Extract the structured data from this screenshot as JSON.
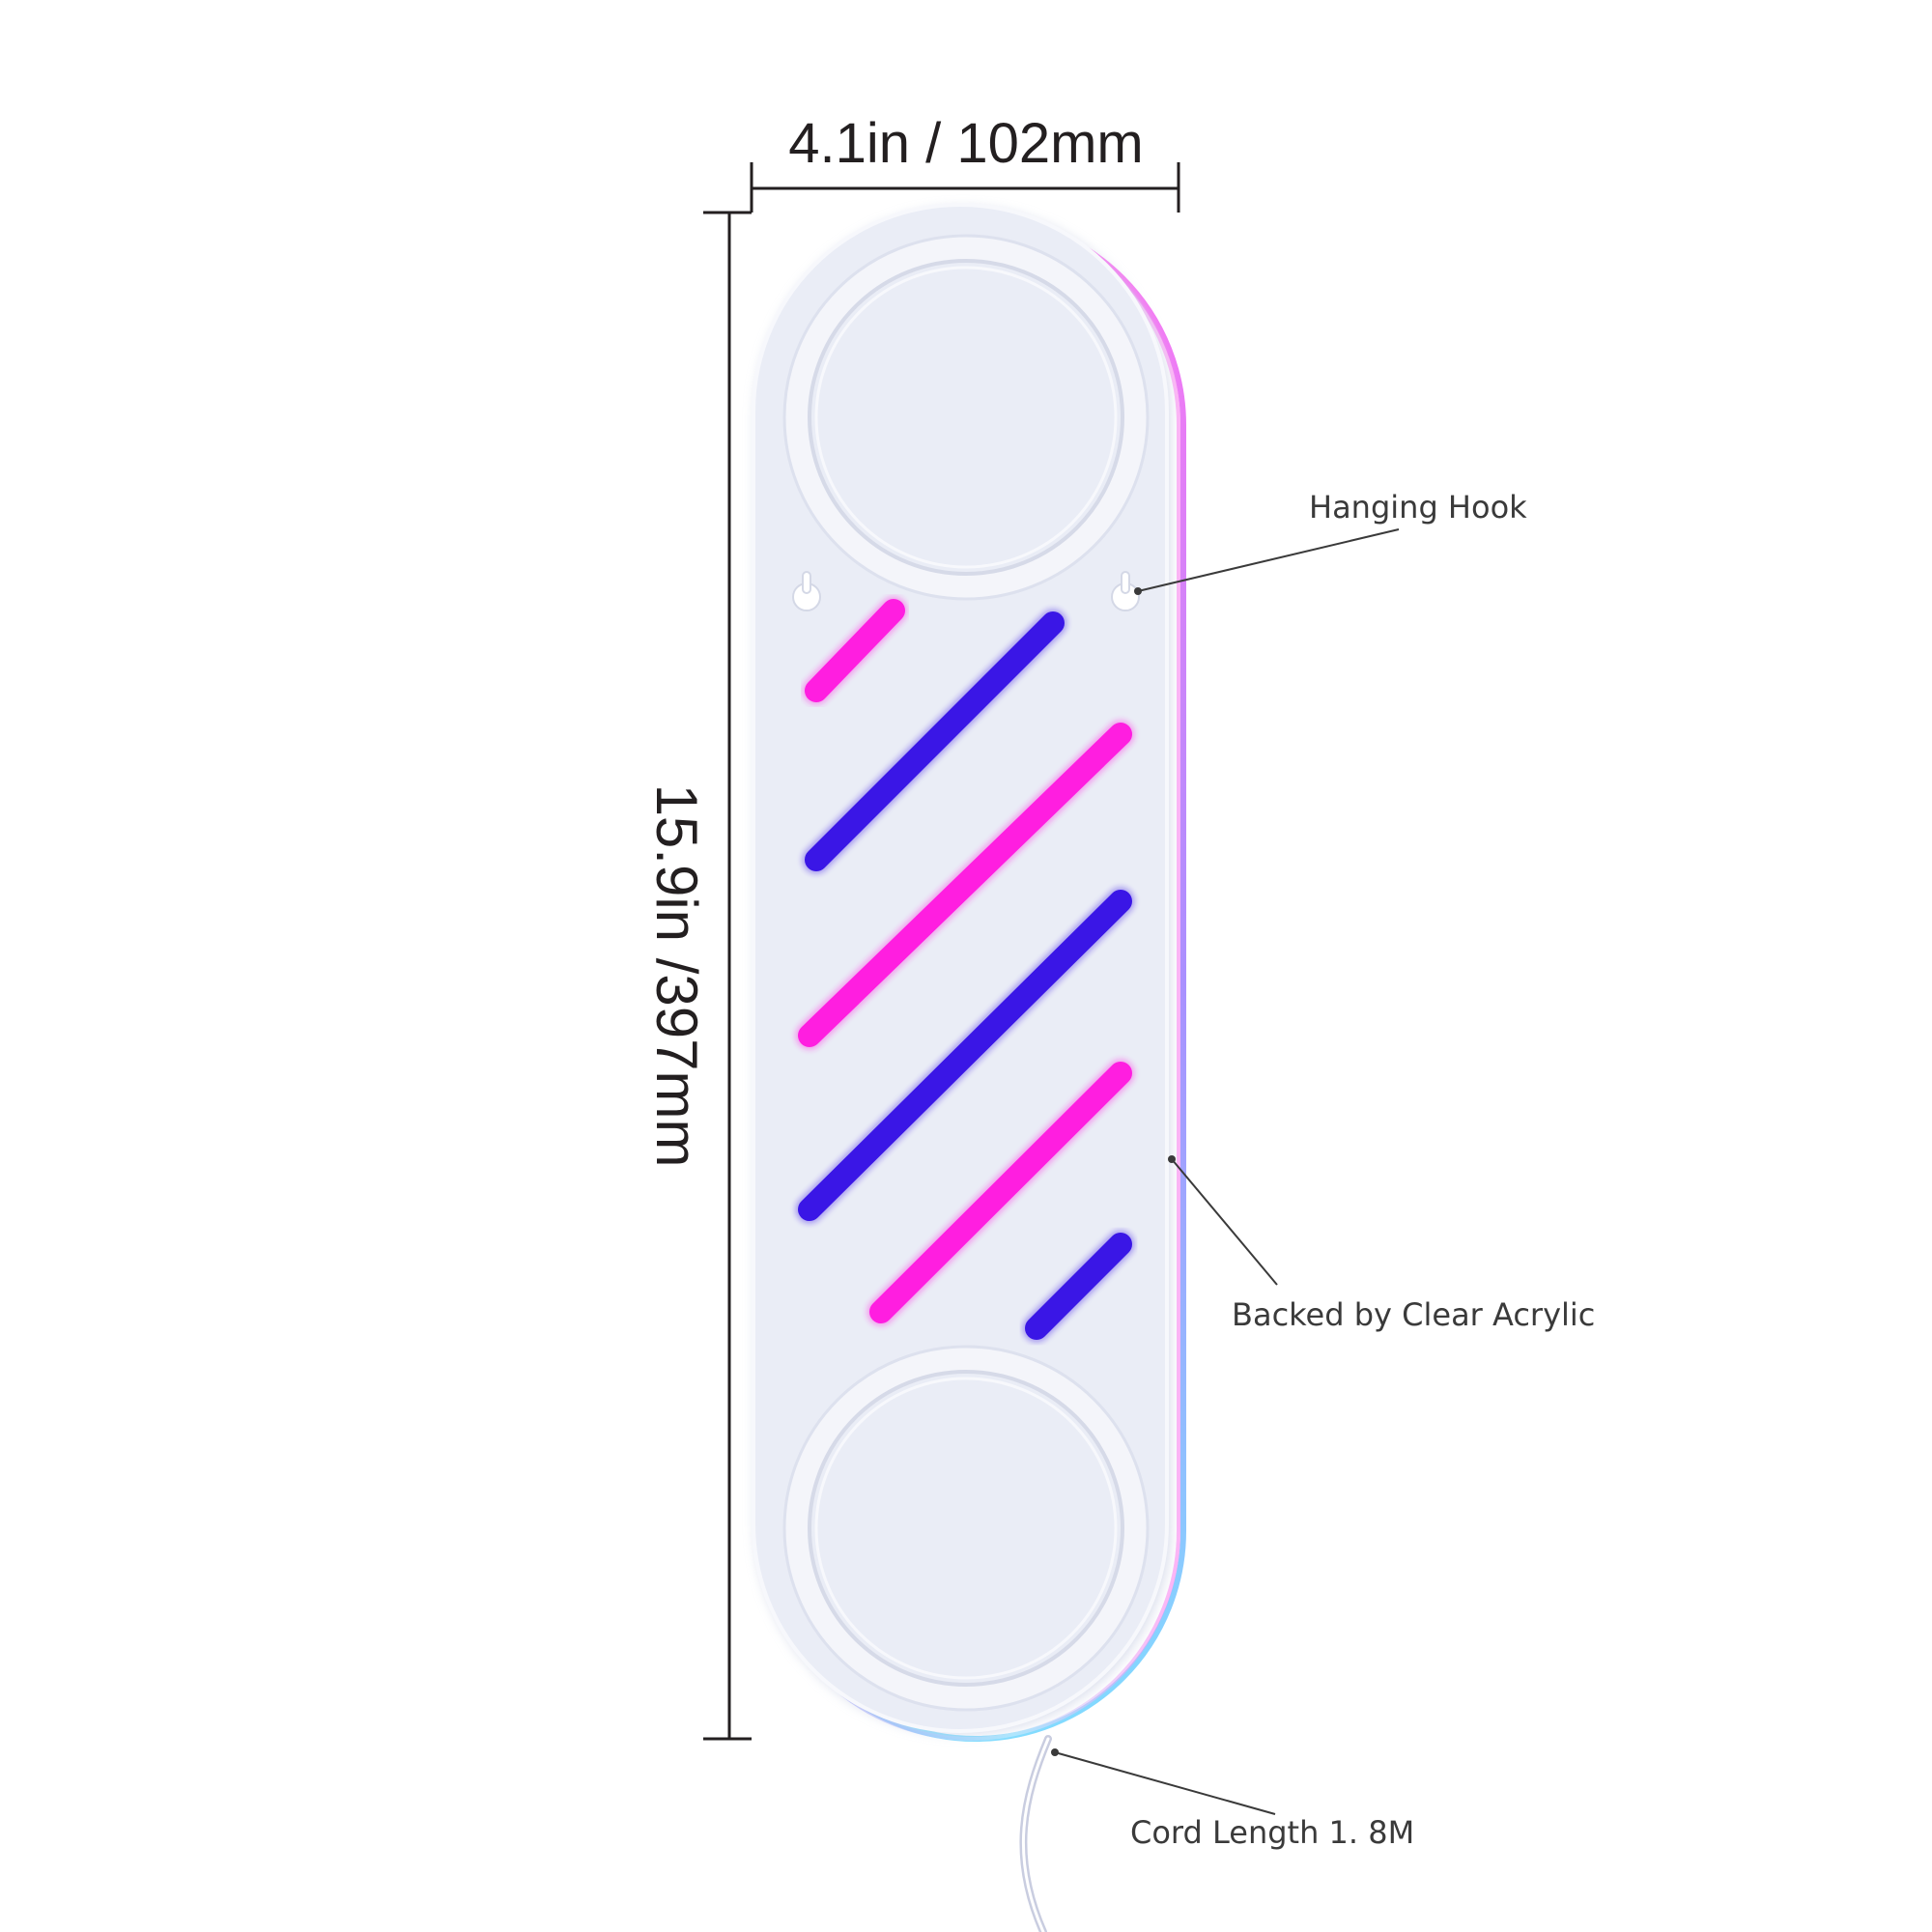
{
  "dimensions": {
    "width_label": "4.1in / 102mm",
    "height_label": "15.9in /397mm"
  },
  "callouts": {
    "hanging_hook": "Hanging Hook",
    "backing": "Backed by Clear Acrylic",
    "cord": "Cord Length 1. 8M"
  },
  "colors": {
    "pink": "#ff1ee0",
    "blue": "#3a16e6",
    "panel": "#eaedf6",
    "ring": "#f3f4f9",
    "dimension_line": "#231f20"
  },
  "stripes": [
    {
      "color": "pink"
    },
    {
      "color": "blue"
    },
    {
      "color": "pink"
    },
    {
      "color": "blue"
    },
    {
      "color": "pink"
    },
    {
      "color": "blue"
    }
  ]
}
